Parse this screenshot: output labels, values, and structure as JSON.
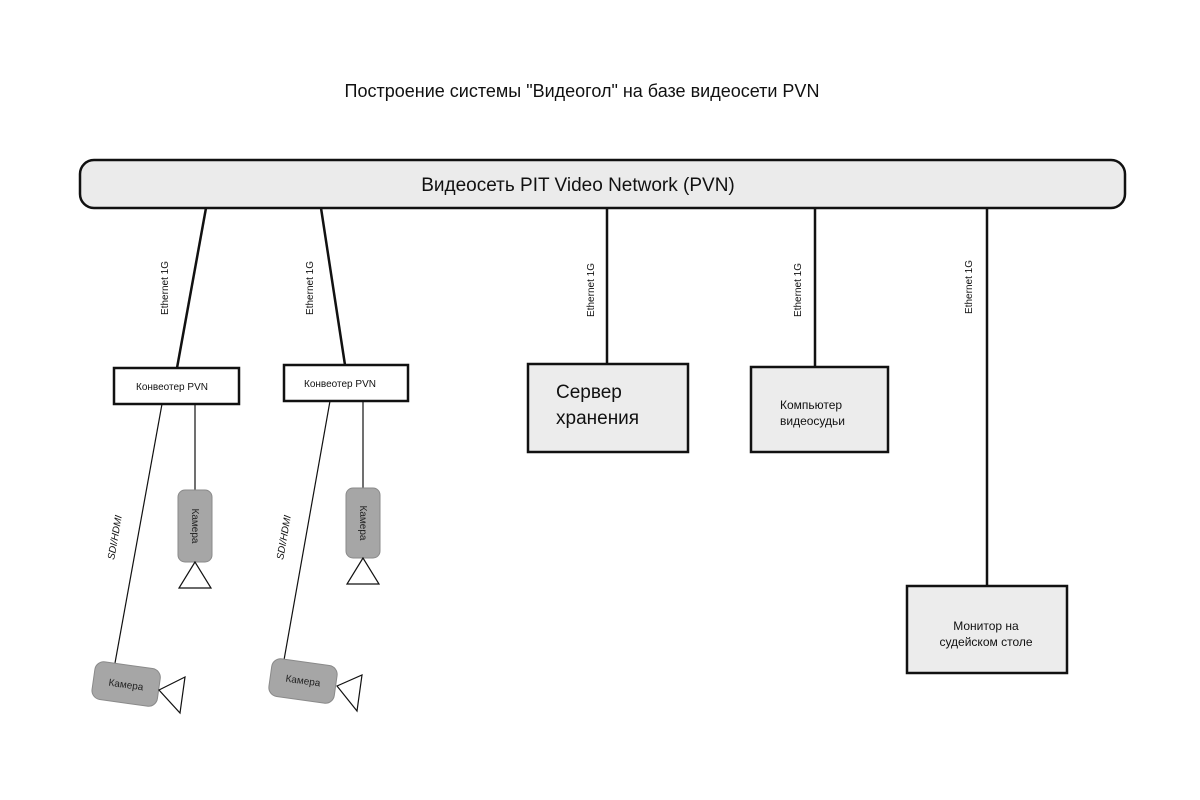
{
  "title": "Построение системы \"Видеогол\" на базе видеосети PVN",
  "bus": {
    "label": "Видеосеть PIT Video Network (PVN)"
  },
  "links": {
    "ethernet": "Ethernet 1G",
    "sdi": "SDI/HDMI"
  },
  "nodes": {
    "converter1": "Конвеотер PVN",
    "converter2": "Конвеотер PVN",
    "server_line1": "Сервер",
    "server_line2": "хранения",
    "referee_pc_line1": "Компьютер",
    "referee_pc_line2": "видеосудьи",
    "monitor_line1": "Монитор на",
    "monitor_line2": "судейском столе"
  },
  "cameras": {
    "label": "Камера"
  },
  "colors": {
    "bus_fill": "#ebebeb",
    "box_fill": "#ececec",
    "camera_fill": "#a6a6a6",
    "stroke": "#111111"
  }
}
